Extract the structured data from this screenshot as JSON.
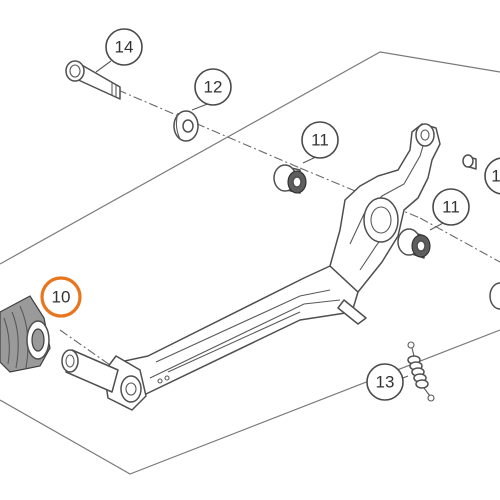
{
  "diagram": {
    "callouts": [
      {
        "id": "c14",
        "label": "14"
      },
      {
        "id": "c12",
        "label": "12"
      },
      {
        "id": "c11a",
        "label": "11"
      },
      {
        "id": "c11b",
        "label": "11"
      },
      {
        "id": "c1",
        "label": "1"
      },
      {
        "id": "c10",
        "label": "10",
        "highlight": true
      },
      {
        "id": "c13",
        "label": "13"
      }
    ],
    "colors": {
      "highlight": "#e8761e",
      "line": "#4f4f4f",
      "frame": "#7a7a7a"
    }
  }
}
